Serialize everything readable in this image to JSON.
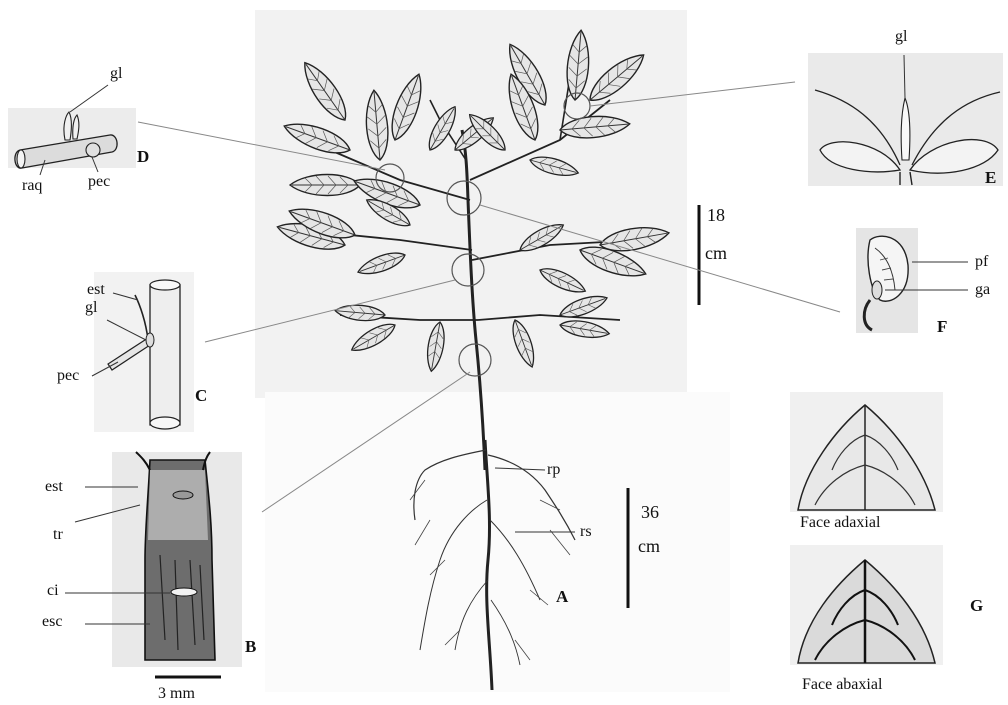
{
  "figure": {
    "panels": {
      "A": {
        "letter": "A",
        "labels": {
          "rp": "rp",
          "rs": "rs"
        }
      },
      "B": {
        "letter": "B",
        "labels": {
          "est": "est",
          "tr": "tr",
          "ci": "ci",
          "esc": "esc"
        },
        "scale": "3 mm"
      },
      "C": {
        "letter": "C",
        "labels": {
          "est": "est",
          "gl": "gl",
          "pec": "pec"
        }
      },
      "D": {
        "letter": "D",
        "labels": {
          "gl": "gl",
          "raq": "raq",
          "pec": "pec"
        }
      },
      "E": {
        "letter": "E",
        "labels": {
          "gl": "gl"
        }
      },
      "F": {
        "letter": "F",
        "labels": {
          "pf": "pf",
          "ga": "ga"
        }
      },
      "G": {
        "letter": "G",
        "captions": {
          "adaxial": "Face adaxial",
          "abaxial": "Face abaxial"
        }
      }
    },
    "scales": {
      "shoot": {
        "value": "18",
        "unit": "cm"
      },
      "root": {
        "value": "36",
        "unit": "cm"
      }
    }
  }
}
